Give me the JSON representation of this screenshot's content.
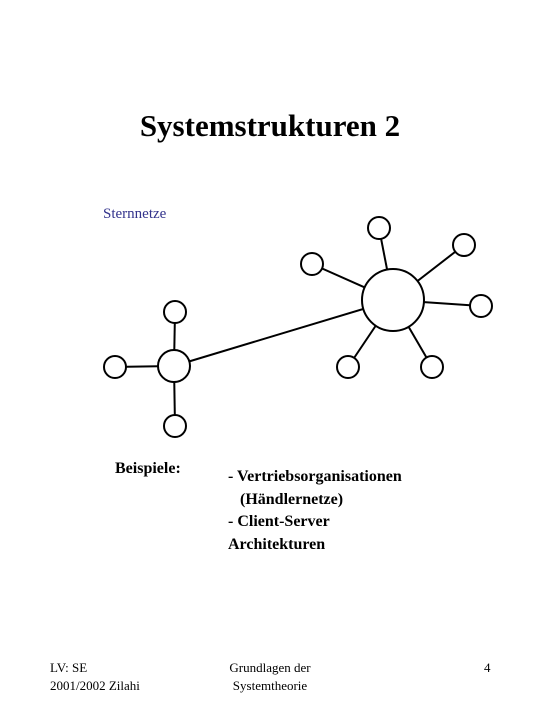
{
  "slide": {
    "title": "Systemstrukturen 2",
    "section_label": "Sternnetze"
  },
  "examples": {
    "label": "Beispiele:",
    "items": [
      "- Vertriebsorganisationen",
      "   (Händlernetze)",
      "- Client-Server",
      "Architekturen"
    ]
  },
  "footer": {
    "left_line1": "LV: SE",
    "left_line2": "2001/2002 Zilahi",
    "center_line1": "Grundlagen der",
    "center_line2": "Systemtheorie",
    "page_number": "4"
  },
  "diagram": {
    "line_color": "#000000",
    "fill_color": "#ffffff",
    "small_hub_nodes": [
      "top",
      "left",
      "bottom"
    ],
    "large_hub_nodes": [
      "top",
      "left",
      "upper-right",
      "right",
      "lower-left",
      "lower-right"
    ]
  }
}
